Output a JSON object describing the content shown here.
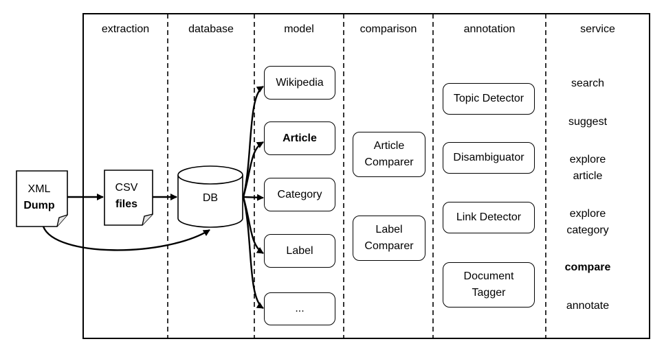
{
  "headers": [
    "extraction",
    "database",
    "model",
    "comparison",
    "annotation",
    "service"
  ],
  "source": {
    "line1": "XML",
    "line2": "Dump"
  },
  "csv": {
    "line1": "CSV",
    "line2": "files"
  },
  "db": {
    "label": "DB"
  },
  "model_items": [
    "Wikipedia",
    "Article",
    "Category",
    "Label",
    "..."
  ],
  "comparison_items": [
    {
      "line1": "Article",
      "line2": "Comparer"
    },
    {
      "line1": "Label",
      "line2": "Comparer"
    }
  ],
  "annotation_items": [
    {
      "line1": "Topic Detector"
    },
    {
      "line1": "Disambiguator"
    },
    {
      "line1": "Link Detector"
    },
    {
      "line1": "Document",
      "line2": "Tagger"
    }
  ],
  "services": [
    {
      "line1": "search"
    },
    {
      "line1": "suggest"
    },
    {
      "line1": "explore",
      "line2": "article"
    },
    {
      "line1": "explore",
      "line2": "category"
    },
    {
      "line1": "compare"
    },
    {
      "line1": "annotate"
    }
  ]
}
